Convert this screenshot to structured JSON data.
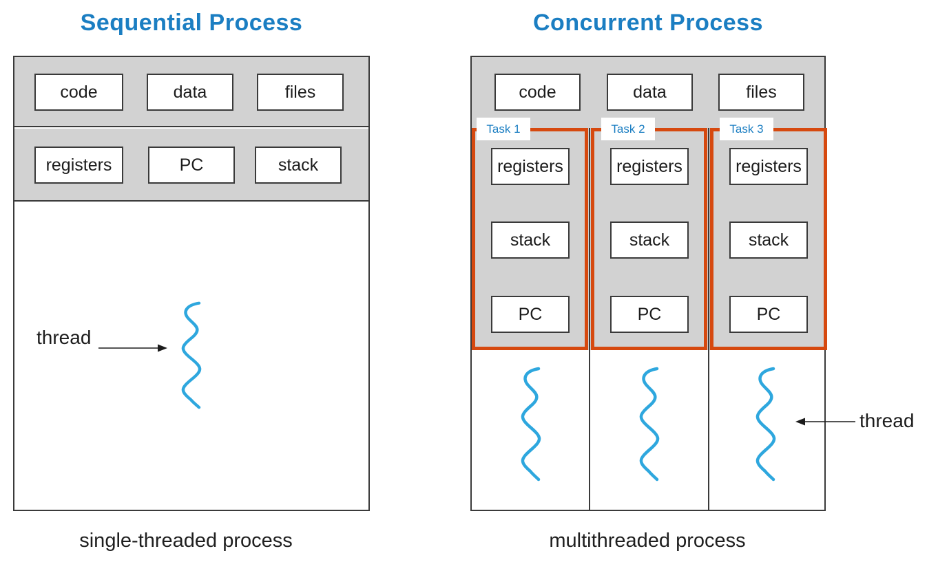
{
  "colors": {
    "accent_blue": "#1b7ec2",
    "task_border_orange": "#d6490f",
    "gray_fill": "#d2d2d2",
    "box_border_dark": "#3a3a3a",
    "thread_squiggle_blue": "#2ea7de",
    "text_dark": "#1c1c1c"
  },
  "left": {
    "title": "Sequential Process",
    "memory_boxes": [
      "code",
      "data",
      "files"
    ],
    "context_boxes": [
      "registers",
      "PC",
      "stack"
    ],
    "thread_label": "thread",
    "caption": "single-threaded process"
  },
  "right": {
    "title": "Concurrent Process",
    "memory_boxes": [
      "code",
      "data",
      "files"
    ],
    "tasks": [
      {
        "label": "Task 1",
        "boxes": [
          "registers",
          "stack",
          "PC"
        ]
      },
      {
        "label": "Task 2",
        "boxes": [
          "registers",
          "stack",
          "PC"
        ]
      },
      {
        "label": "Task 3",
        "boxes": [
          "registers",
          "stack",
          "PC"
        ]
      }
    ],
    "thread_label": "thread",
    "caption": "multithreaded process"
  }
}
